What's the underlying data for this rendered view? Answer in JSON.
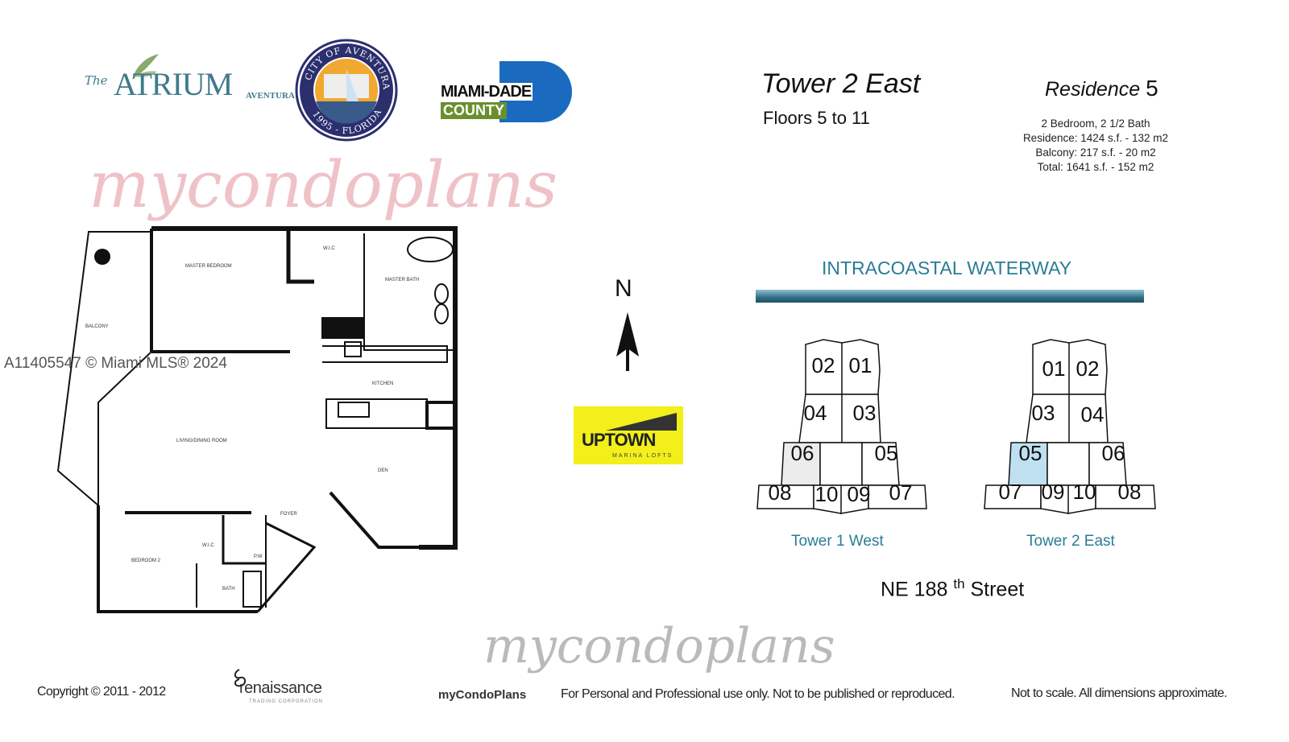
{
  "logos": {
    "atrium": {
      "the": "The",
      "name": "ATRIUM",
      "sub": "AVENTURA"
    },
    "seal": {
      "top": "CITY OF AVENTURA",
      "bottom": "1995 - FLORIDA"
    },
    "county": {
      "line1": "MIAMI-DADE",
      "line2": "COUNTY"
    },
    "uptown": {
      "name": "UPTOWN",
      "sub": "MARINA LOFTS"
    },
    "renaissance": {
      "name": "renaissance",
      "sub": "TRADING CORPORATION"
    },
    "mycondoplans": "myCondoPlans"
  },
  "header": {
    "title": "Tower 2 East",
    "floors": "Floors 5 to 11",
    "residence_label": "Residence",
    "residence_number": "5",
    "specs": [
      "2 Bedroom, 2 1/2 Bath",
      "Residence: 1424 s.f. - 132 m2",
      "Balcony: 217 s.f. - 20 m2",
      "Total: 1641 s.f. - 152 m2"
    ]
  },
  "floorplan": {
    "rooms": {
      "master_bedroom": "MASTER BEDROOM",
      "wic1": "W.I.C",
      "master_bath": "MASTER BATH",
      "balcony": "BALCONY",
      "kitchen": "KITCHEN",
      "living": "LIVING/DINING ROOM",
      "den": "DEN",
      "foyer": "FOYER",
      "wic2": "W.I.C",
      "pw": "P.W",
      "bedroom2": "BEDROOM 2",
      "bath": "BATH"
    }
  },
  "site": {
    "waterway": "INTRACOASTAL WATERWAY",
    "north": "N",
    "street": "NE 188",
    "street_sup": "th",
    "street_suffix": "Street",
    "tower1": {
      "label": "Tower 1 West",
      "units": [
        "02",
        "01",
        "04",
        "03",
        "06",
        "05",
        "08",
        "10",
        "09",
        "07"
      ]
    },
    "tower2": {
      "label": "Tower 2 East",
      "units": [
        "01",
        "02",
        "03",
        "04",
        "05",
        "06",
        "07",
        "09",
        "10",
        "08"
      ],
      "highlight": "05"
    },
    "highlight_color": "#bfe0f0",
    "tower1_shade_color": "#ececec"
  },
  "watermarks": {
    "mls": "A11405547 © Miami MLS® 2024",
    "brand": "mycondoplans"
  },
  "footer": {
    "copyright": "Copyright © 2011 - 2012",
    "notice": "For Personal and Professional use only.  Not to be published or reproduced.",
    "scale": "Not to scale.  All dimensions approximate."
  }
}
